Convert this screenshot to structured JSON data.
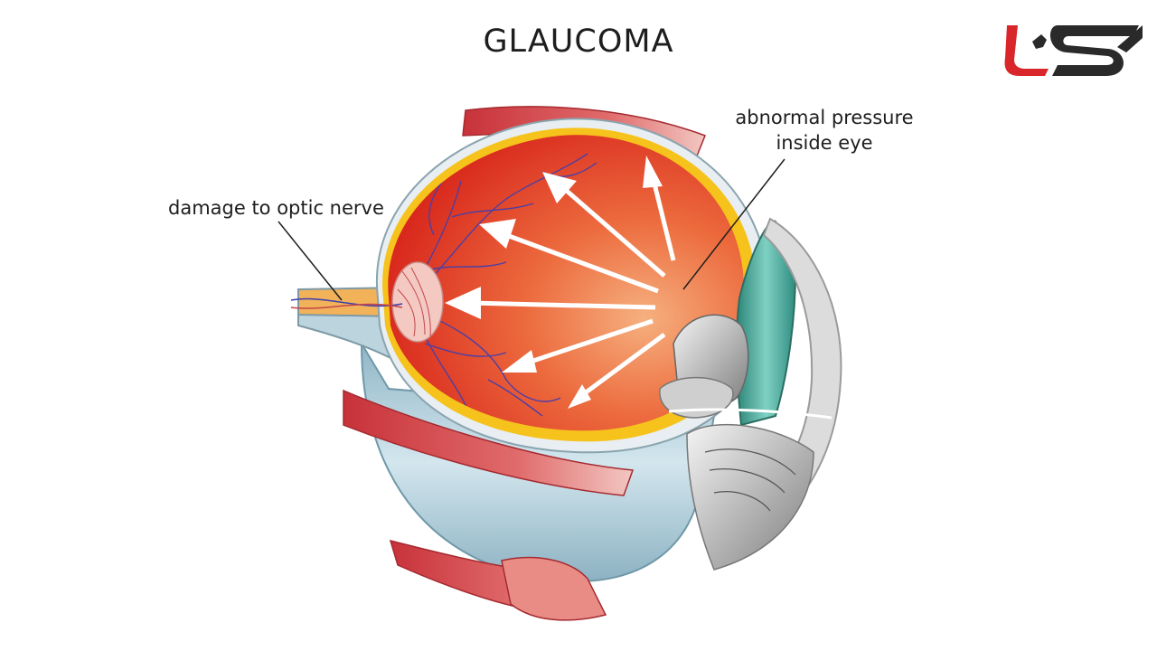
{
  "title": "GLAUCOMA",
  "labels": {
    "pressure_line1": "abnormal pressure",
    "pressure_line2": "inside eye",
    "nerve": "damage to optic nerve"
  },
  "colors": {
    "retina_red": "#e4351f",
    "sclera_blue": "#a9c9d6",
    "iris_teal": "#3f9c8f",
    "choroid_yellow": "#f6c21c",
    "logo_red": "#d8262a",
    "logo_dark": "#2a2a2a"
  },
  "icons": [
    "logo-mark",
    "arrow-icon"
  ]
}
